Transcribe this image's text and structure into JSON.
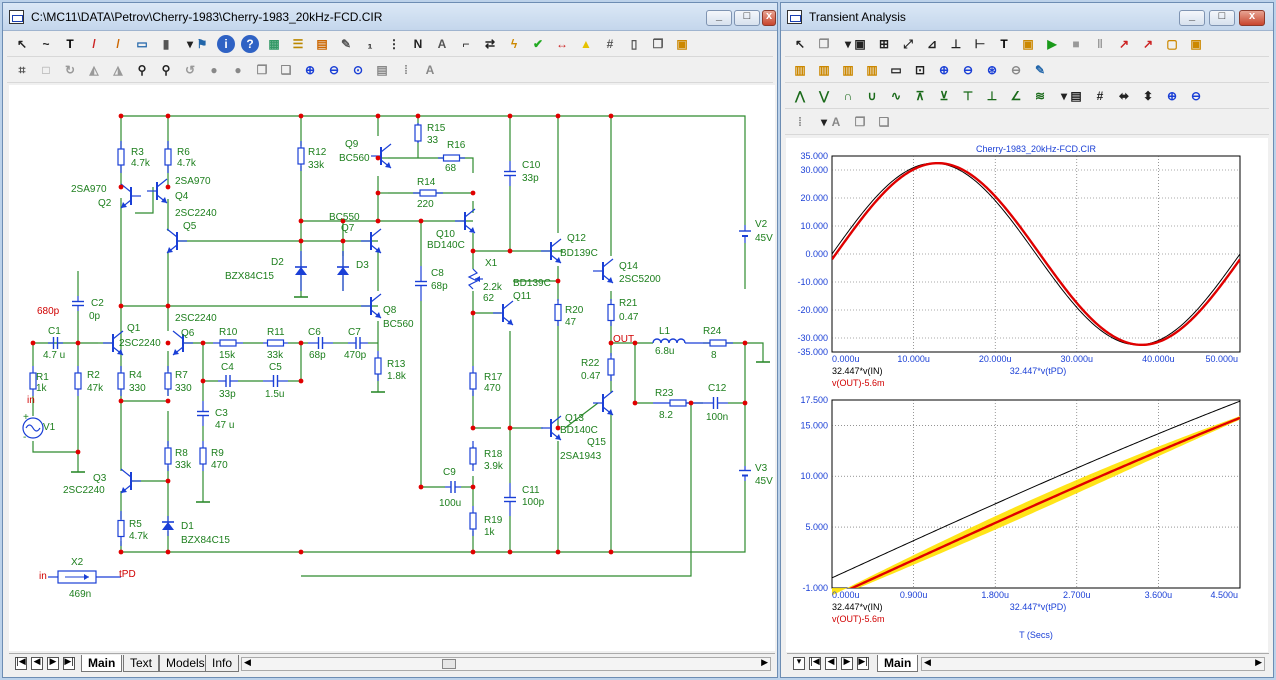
{
  "schematic_window": {
    "title": "C:\\MC11\\DATA\\Petrov\\Cherry-1983\\Cherry-1983_20kHz-FCD.CIR",
    "toolbar1_icons": [
      "select-arrow-icon",
      "wire-icon",
      "text-icon",
      "line-pen-icon",
      "brush-icon",
      "component-icon",
      "bus-icon",
      "dropdown-icon",
      "flag-icon",
      "info-icon",
      "help-icon",
      "grid-icon",
      "list-icon",
      "table-icon",
      "wand-icon",
      "node-numbers-icon",
      "pin-icon",
      "node-names-icon",
      "attribute-icon",
      "bend-icon",
      "arrows-icon",
      "lightning-icon",
      "check-icon",
      "swap-icon",
      "warning-icon",
      "grid-hash-icon",
      "page-icon",
      "copy-page-icon",
      "properties-icon"
    ],
    "toolbar2_icons": [
      "select-region-icon",
      "box-icon",
      "rotate-icon",
      "mirror-icon",
      "flip-icon",
      "find-icon",
      "find-next-icon",
      "refresh-icon",
      "info-circle-icon",
      "stop-circle-icon",
      "copy-icon",
      "paste-icon",
      "zoom-in-icon",
      "zoom-out-icon",
      "zoom-fit-icon",
      "print-icon",
      "grid-dots-icon",
      "font-icon"
    ],
    "tabs": [
      "Main",
      "Text",
      "Models",
      "Info"
    ],
    "labels": {
      "R1": "R1",
      "R1v": "1k",
      "R2": "R2",
      "R2v": "47k",
      "R3": "R3",
      "R3v": "4.7k",
      "R4": "R4",
      "R4v": "330",
      "R5": "R5",
      "R5v": "4.7k",
      "R6": "R6",
      "R6v": "4.7k",
      "R7": "R7",
      "R7v": "330",
      "R8": "R8",
      "R8v": "33k",
      "R9": "R9",
      "R9v": "470",
      "R10": "R10",
      "R10v": "15k",
      "R11": "R11",
      "R11v": "33k",
      "R12": "R12",
      "R12v": "33k",
      "R13": "R13",
      "R13v": "1.8k",
      "R14": "R14",
      "R14v": "220",
      "R15": "R15",
      "R15v": "33",
      "R16": "R16",
      "R16v": "68",
      "R17": "R17",
      "R17v": "470",
      "R18": "R18",
      "R18v": "3.9k",
      "R19": "R19",
      "R19v": "1k",
      "R20": "R20",
      "R20v": "47",
      "R21": "R21",
      "R21v": "0.47",
      "R22": "R22",
      "R22v": "0.47",
      "R23": "R23",
      "R23v": "8.2",
      "R24": "R24",
      "R24v": "8",
      "C1": "C1",
      "C1v": "4.7 u",
      "C2": "C2",
      "C2v": "0p",
      "C2x": "680p",
      "C3": "C3",
      "C3v": "47 u",
      "C4": "C4",
      "C4v": "33p",
      "C5": "C5",
      "C5v": "1.5u",
      "C6": "C6",
      "C6v": "68p",
      "C7": "C7",
      "C7v": "470p",
      "C8": "C8",
      "C8v": "68p",
      "C9": "C9",
      "C9v": "100u",
      "C10": "C10",
      "C10v": "33p",
      "C11": "C11",
      "C11v": "100p",
      "C12": "C12",
      "C12v": "100n",
      "L1": "L1",
      "L1v": "6.8u",
      "Q1": "Q1",
      "Q1t": "2SC2240",
      "Q2": "Q2",
      "Q2t": "2SA970",
      "Q3": "Q3",
      "Q3t": "2SC2240",
      "Q4": "Q4",
      "Q4t": "2SA970",
      "Q5": "Q5",
      "Q5t": "2SC2240",
      "Q6": "Q6",
      "Q6t": "2SC2240",
      "Q7": "Q7",
      "Q7t": "BC550",
      "Q8": "Q8",
      "Q8t": "BC560",
      "Q9": "Q9",
      "Q9t": "BC560",
      "Q10": "Q10",
      "Q10t": "BD140C",
      "Q11": "Q11",
      "Q11t": "BD139C",
      "Q12": "Q12",
      "Q12t": "BD139C",
      "Q13": "Q13",
      "Q13t": "BD140C",
      "Q14": "Q14",
      "Q14t": "2SC5200",
      "Q15": "Q15",
      "Q15t": "2SA1943",
      "D1": "D1",
      "D1t": "BZX84C15",
      "D2": "D2",
      "D2t": "BZX84C15",
      "D3": "D3",
      "V1": "V1",
      "V2": "V2",
      "V2v": "45V",
      "V3": "V3",
      "V3v": "45V",
      "X1": "X1",
      "X1v": "2.2k",
      "X1w": "62",
      "X2": "X2",
      "X2v": "469n",
      "in": "in",
      "in2": "in",
      "tPD": "tPD",
      "OUT": "OUT",
      "plus": "+",
      "minus": "-"
    }
  },
  "transient_window": {
    "title": "Transient Analysis",
    "tabs": [
      "Main"
    ],
    "toolbar1_icons": [
      "select-arrow-icon",
      "copy-icon",
      "dropdown-icon",
      "scale-icon",
      "zoom-box-icon",
      "fit-icon",
      "tag-icon",
      "tag-vertical-icon",
      "tag-horizontal-icon",
      "text-icon",
      "properties-icon",
      "run-icon",
      "stop-icon",
      "pause-icon",
      "go-icon",
      "step-icon",
      "cursor-icon",
      "cursor2-icon"
    ],
    "toolbar2_icons": [
      "page1-icon",
      "page2-icon",
      "page3-icon",
      "page4-icon",
      "hscroll-icon",
      "vscroll-icon",
      "zoom-in-icon",
      "zoom-out-icon",
      "zoom-scale-icon",
      "zoom-reset-icon",
      "format-icon"
    ],
    "toolbar3_icons": [
      "next-peak-icon",
      "next-valley-icon",
      "high-icon",
      "low-icon",
      "inflection-icon",
      "global-high-icon",
      "global-low-icon",
      "top-icon",
      "bottom-icon",
      "slope-icon",
      "copy-data-icon",
      "dropdown-icon",
      "values-icon",
      "number-icon",
      "fit-width-icon",
      "fit-height-icon",
      "zoom-in-icon",
      "zoom-out-icon"
    ],
    "toolbar4_icons": [
      "grid-dots-icon",
      "dropdown-icon",
      "font-icon",
      "copy-icon",
      "paste-icon"
    ]
  },
  "chart_data": [
    {
      "type": "line",
      "title": "Cherry-1983_20kHz-FCD.CIR",
      "xlim": [
        0,
        50
      ],
      "ylim": [
        -35,
        35
      ],
      "xticks": [
        "0.000u",
        "10.000u",
        "20.000u",
        "30.000u",
        "40.000u",
        "50.000u"
      ],
      "yticks": [
        "35.000",
        "30.000",
        "20.000",
        "10.000",
        "0.000",
        "-10.000",
        "-20.000",
        "-30.000",
        "-35.000"
      ],
      "legend": [
        "32.447*v(IN)",
        "32.447*v(tPD)",
        "v(OUT)-5.6m"
      ],
      "series": [
        {
          "name": "32.447*v(IN)",
          "color": "#000000",
          "amplitude": 32.447,
          "period_us": 50,
          "phase_us": 0
        },
        {
          "name": "32.447*v(tPD)",
          "color": "#1b4fd8",
          "amplitude": 32.447,
          "period_us": 50,
          "phase_us": 0.469
        },
        {
          "name": "v(OUT)-5.6m",
          "color": "#e00000",
          "amplitude": 32.45,
          "period_us": 50,
          "phase_us": 0.469
        }
      ]
    },
    {
      "type": "line",
      "xlim": [
        0,
        4.5
      ],
      "ylim": [
        -1,
        17.5
      ],
      "xticks": [
        "0.000u",
        "0.900u",
        "1.800u",
        "2.700u",
        "3.600u",
        "4.500u"
      ],
      "yticks": [
        "17.500",
        "15.000",
        "10.000",
        "5.000",
        "-1.000"
      ],
      "xlabel": "T (Secs)",
      "legend": [
        "32.447*v(IN)",
        "32.447*v(tPD)",
        "v(OUT)-5.6m"
      ],
      "series": [
        {
          "name": "32.447*v(IN)",
          "color": "#000000",
          "amplitude": 32.447,
          "period_us": 50,
          "phase_us": 0
        },
        {
          "name": "32.447*v(tPD)",
          "color": "#1b4fd8",
          "amplitude": 32.447,
          "period_us": 50,
          "phase_us": 0.469
        },
        {
          "name": "v(OUT)-5.6m",
          "color": "#e00000",
          "amplitude": 32.45,
          "period_us": 50,
          "phase_us": 0.469
        }
      ],
      "error_band_color": "#ffe100"
    }
  ],
  "colors": {
    "schematic_wire": "#2e8b2e",
    "component": "#1a3fd6",
    "label": "#1a3fd6",
    "label_green": "#1d7f1d",
    "node_dot": "#e00000",
    "red_label": "#d00000"
  }
}
